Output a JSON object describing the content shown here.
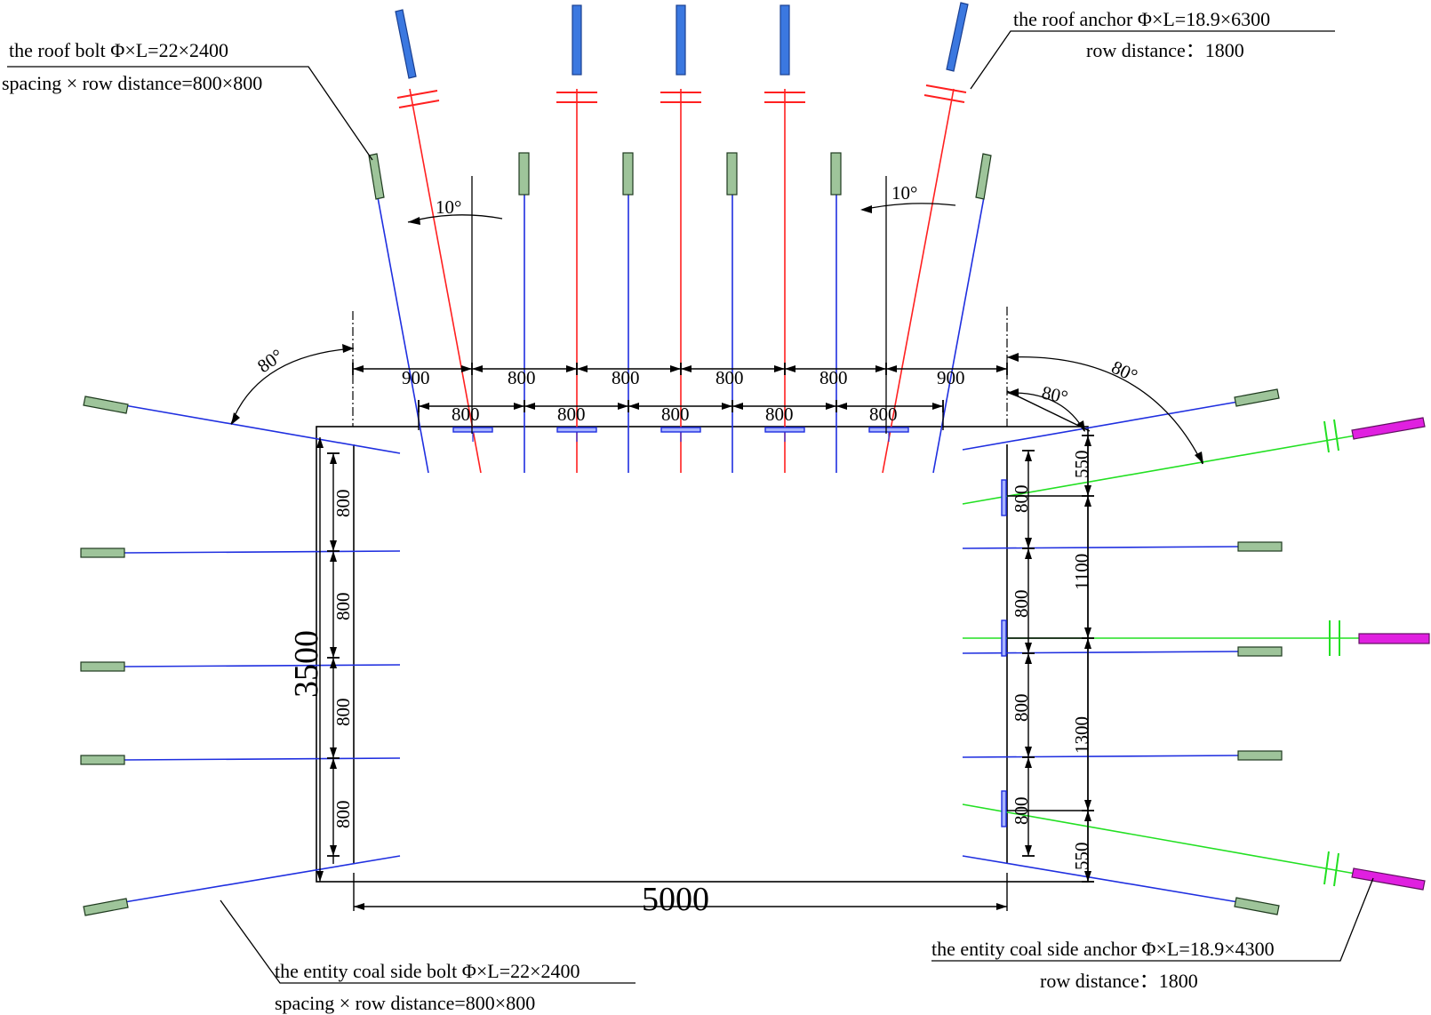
{
  "labels": {
    "roof_bolt_1": "the roof  bolt Φ×L=22×2400",
    "roof_bolt_2": "spacing × row distance=800×800",
    "roof_anchor_1": "the roof anchor Φ×L=18.9×6300",
    "roof_anchor_2": "row distance：1800",
    "side_bolt_1": "the entity coal side bolt Φ×L=22×2400",
    "side_bolt_2": "spacing × row distance=800×800",
    "side_anchor_1": "the entity coal side anchor Φ×L=18.9×4300",
    "side_anchor_2": "row distance：1800"
  },
  "angles": {
    "left_roof": "10°",
    "right_roof": "10°",
    "left_corner": "80°",
    "right_corner_outer": "80°",
    "right_corner_inner": "80°"
  },
  "dimensions": {
    "roof_top": [
      "900",
      "800",
      "800",
      "800",
      "800",
      "900"
    ],
    "roof_anchor_spacing": [
      "800",
      "800",
      "800",
      "800",
      "800"
    ],
    "left_wall": [
      "800",
      "800",
      "800",
      "800"
    ],
    "left_height": "3500",
    "right_bolts": [
      "800",
      "800",
      "800",
      "800"
    ],
    "right_anchors": [
      "550",
      "1100",
      "1300",
      "550"
    ],
    "width": "5000"
  },
  "colors": {
    "bolt": "#1f2fe0",
    "anchor": "#ff2020",
    "side_anchor": "#22e022",
    "bolt_head": "#9ec49a",
    "roof_anchor_head": "#3b78e0",
    "side_anchor_head": "#e020e0"
  }
}
